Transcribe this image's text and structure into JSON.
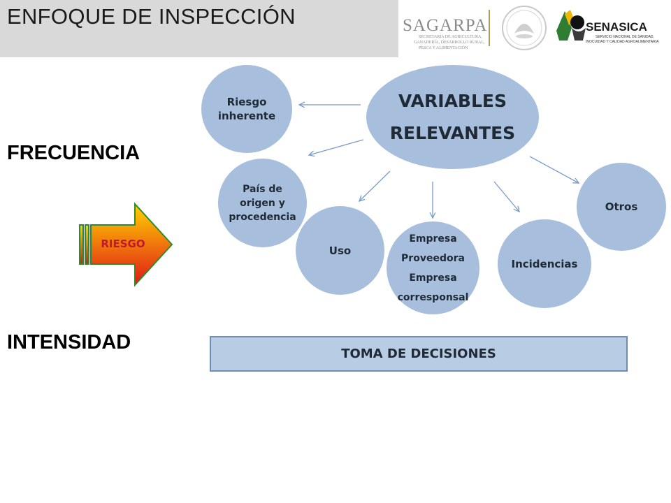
{
  "header": {
    "title": "ENFOQUE DE INSPECCIÓN",
    "logos": {
      "sagarpa": "SAGARPA",
      "sagarpa_sub": [
        "SECRETARÍA DE AGRICULTURA,",
        "GANADERÍA, DESARROLLO RURAL,",
        "PESCA Y ALIMENTACIÓN"
      ],
      "senasica": "SENASICA",
      "senasica_sub": [
        "SERVICIO NACIONAL DE SANIDAD,",
        "INOCUIDAD Y CALIDAD AGROALIMENTARIA"
      ]
    }
  },
  "left": {
    "frecuencia": "FRECUENCIA",
    "intensidad": "INTENSIDAD",
    "arrow_label": "RIESGO"
  },
  "diagram": {
    "center": "VARIABLES\nRELEVANTES",
    "nodes": {
      "riesgo": "Riesgo\ninherente",
      "pais": "País de\norigen y\nprocedencia",
      "uso": "Uso",
      "empresa": "Empresa\nProveedora\nEmpresa\ncorresponsal",
      "incidencias": "Incidencias",
      "otros": "Otros"
    },
    "decision": "TOMA DE DECISIONES"
  },
  "colors": {
    "bubble": "#a7bfdc",
    "connector": "#7a9bc9",
    "arrow_outline": "#2e8b2e",
    "arrow_top": "#ffd400",
    "arrow_bottom": "#e01818"
  }
}
